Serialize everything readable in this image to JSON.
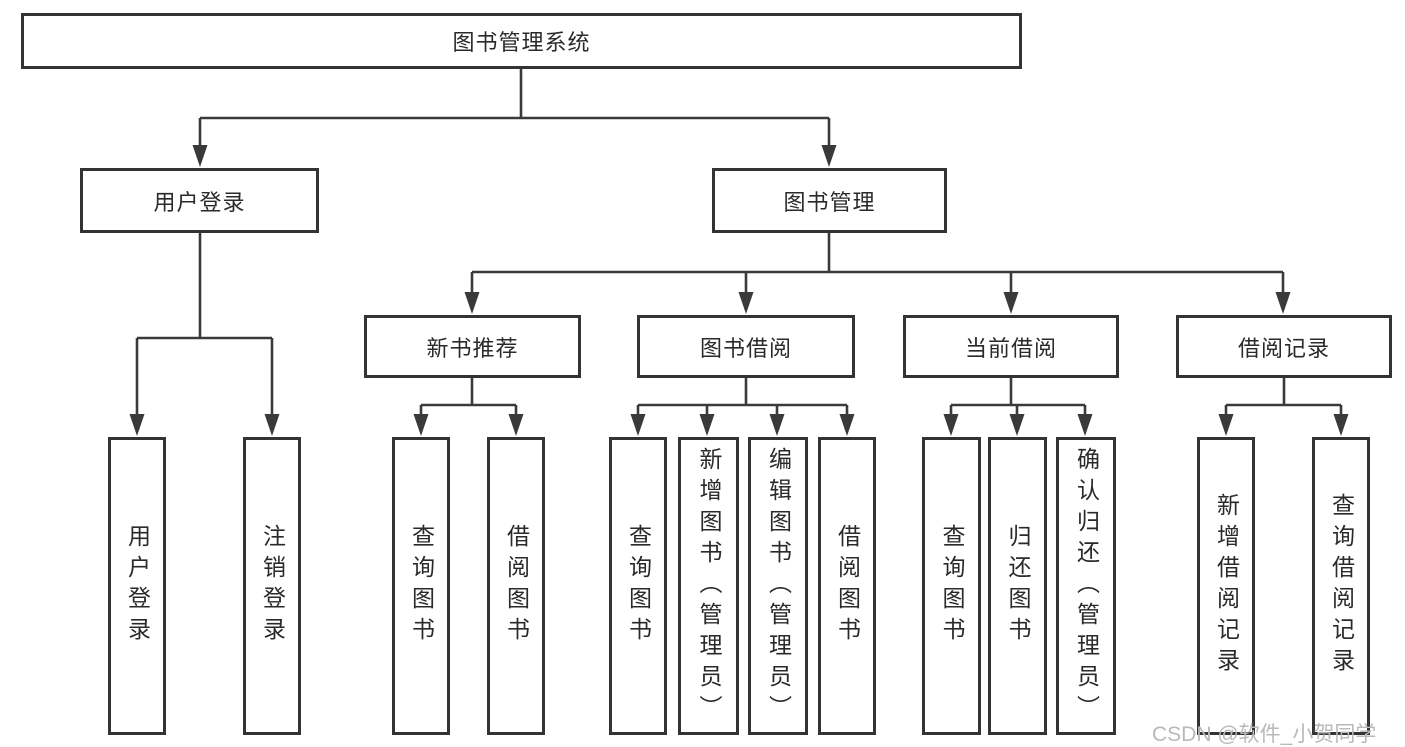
{
  "diagram": {
    "colors": {
      "line": "#3a3a3a",
      "box_border": "#333333",
      "text": "#2a2a2a",
      "watermark": "#b9b9b9",
      "background": "#ffffff"
    },
    "root": {
      "label": "图书管理系统"
    },
    "level2": [
      {
        "label": "用户登录"
      },
      {
        "label": "图书管理"
      }
    ],
    "level3": [
      {
        "label": "新书推荐"
      },
      {
        "label": "图书借阅"
      },
      {
        "label": "当前借阅"
      },
      {
        "label": "借阅记录"
      }
    ],
    "leaves": {
      "user_login": [
        {
          "label": "用户登录"
        },
        {
          "label": "注销登录"
        }
      ],
      "new_book": [
        {
          "label": "查询图书"
        },
        {
          "label": "借阅图书"
        }
      ],
      "book_borrow": [
        {
          "label": "查询图书"
        },
        {
          "label": "新增图书（管理员）"
        },
        {
          "label": "编辑图书（管理员）"
        },
        {
          "label": "借阅图书"
        }
      ],
      "current_borrow": [
        {
          "label": "查询图书"
        },
        {
          "label": "归还图书"
        },
        {
          "label": "确认归还（管理员）"
        }
      ],
      "borrow_record": [
        {
          "label": "新增借阅记录"
        },
        {
          "label": "查询借阅记录"
        }
      ]
    },
    "watermark": "CSDN @软件_小贺同学"
  }
}
